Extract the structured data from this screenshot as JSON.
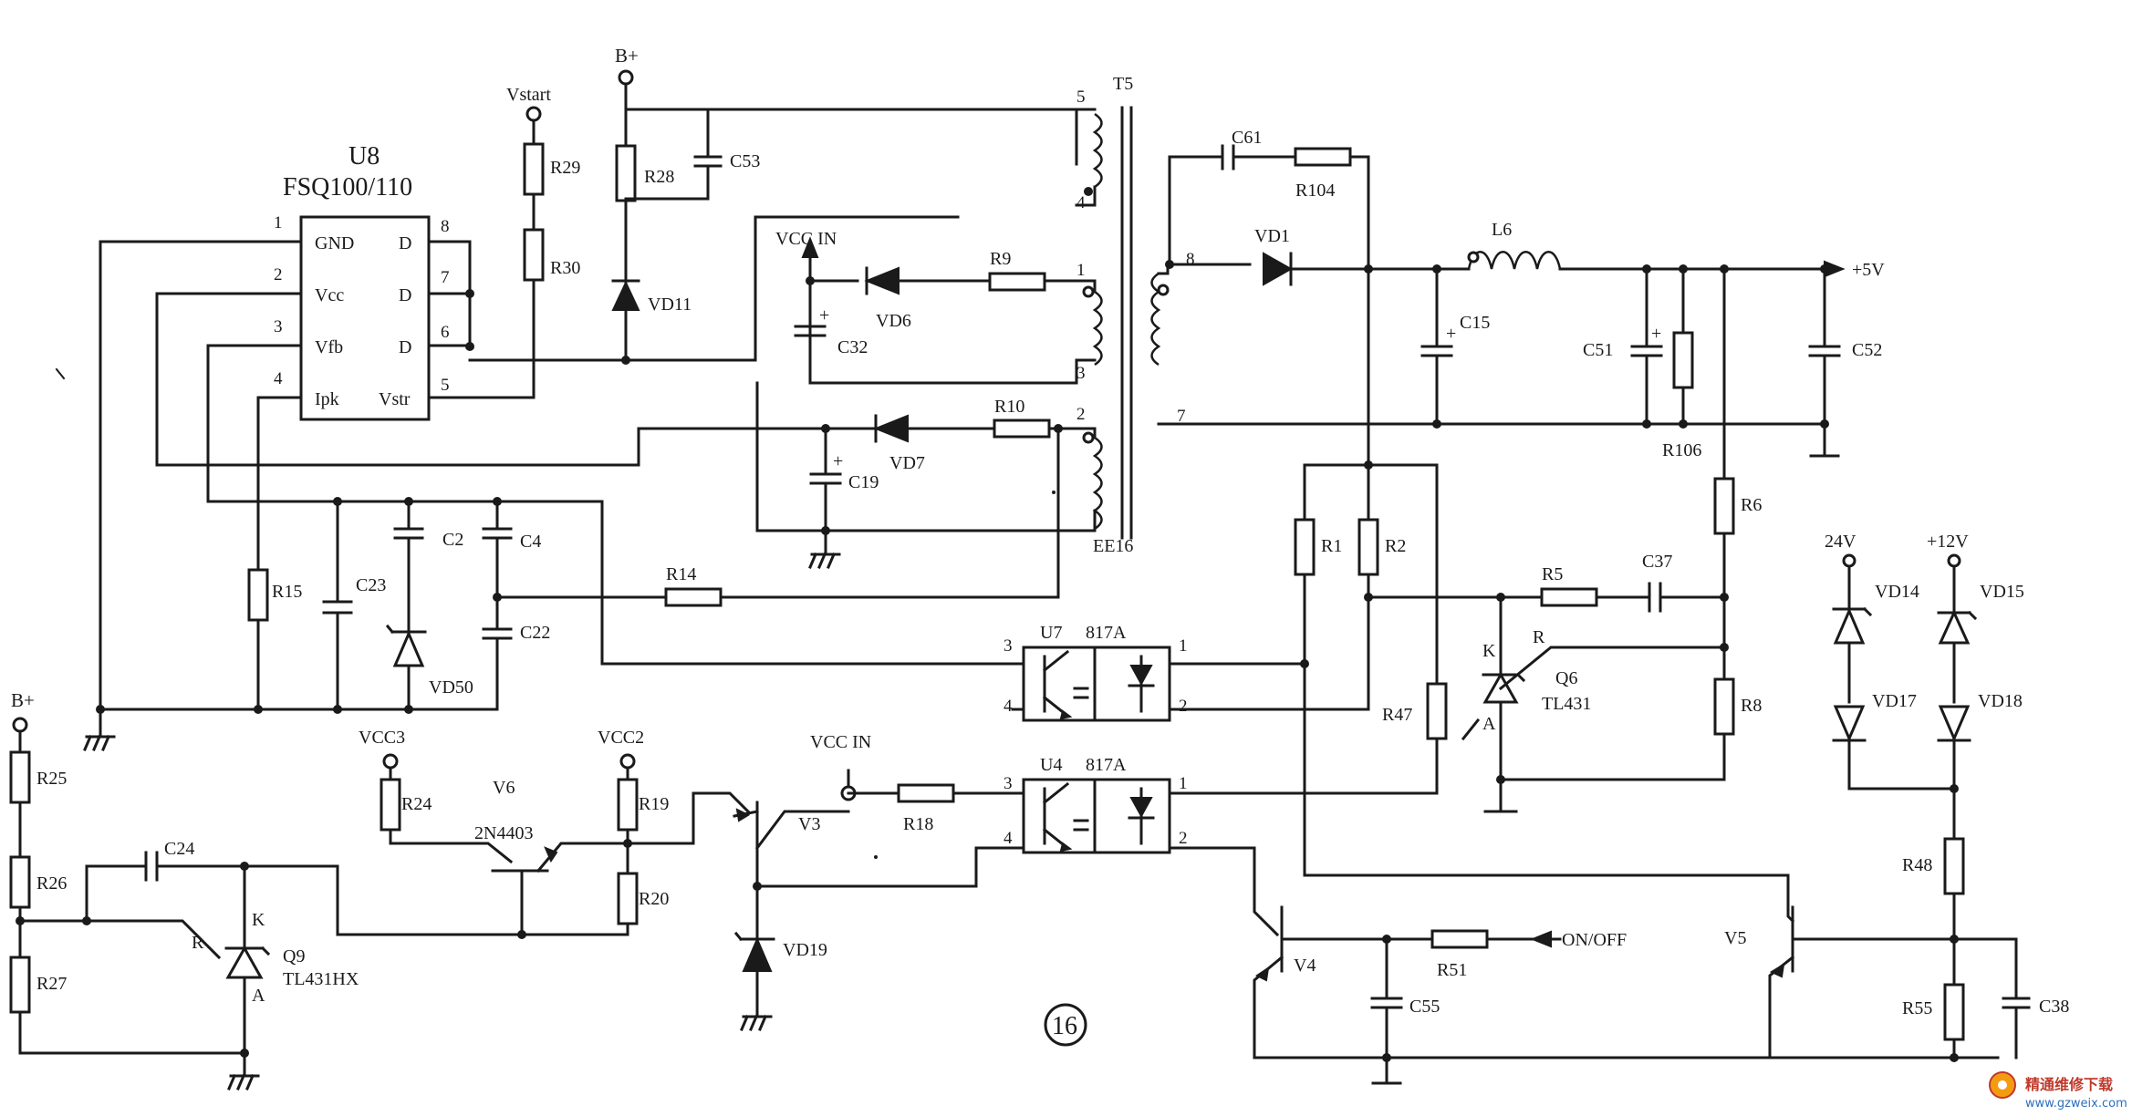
{
  "ic": {
    "ref": "U8",
    "part": "FSQ100/110",
    "pins_left": [
      "GND",
      "Vcc",
      "Vfb",
      "Ipk"
    ],
    "pins_right": [
      "D",
      "D",
      "D",
      "Vstr"
    ],
    "nums_left": [
      "1",
      "2",
      "3",
      "4"
    ],
    "nums_right": [
      "8",
      "7",
      "6",
      "5"
    ]
  },
  "rails": {
    "bplus": "B+",
    "vstart": "Vstart",
    "vcc_in": "VCC IN",
    "vcc3": "VCC3",
    "vcc2": "VCC2"
  },
  "transformer": {
    "ref": "T5",
    "core": "EE16",
    "pins": {
      "p5": "5",
      "p4": "4",
      "p1": "1",
      "p3": "3",
      "p2": "2",
      "p8": "8",
      "p7": "7"
    }
  },
  "resistors": {
    "R29": "R29",
    "R30": "R30",
    "R28": "R28",
    "R9": "R9",
    "R10": "R10",
    "R104": "R104",
    "R14": "R14",
    "R15": "R15",
    "R1": "R1",
    "R2": "R2",
    "R5": "R5",
    "R6": "R6",
    "R8": "R8",
    "R47": "R47",
    "R106": "R106",
    "R25": "R25",
    "R26": "R26",
    "R27": "R27",
    "R24": "R24",
    "R19": "R19",
    "R20": "R20",
    "R18": "R18",
    "R51": "R51",
    "R48": "R48",
    "R55": "R55"
  },
  "capacitors": {
    "C53": "C53",
    "C61": "C61",
    "C32": "C32",
    "C19": "C19",
    "C15": "C15",
    "C51": "C51",
    "C52": "C52",
    "C23": "C23",
    "C2": "C2",
    "C4": "C4",
    "C22": "C22",
    "C37": "C37",
    "C24": "C24",
    "C55": "C55",
    "C38": "C38"
  },
  "diodes": {
    "VD11": "VD11",
    "VD6": "VD6",
    "VD7": "VD7",
    "VD1": "VD1",
    "VD50": "VD50",
    "VD14": "VD14",
    "VD15": "VD15",
    "VD17": "VD17",
    "VD18": "VD18",
    "VD19": "VD19"
  },
  "inductor": "L6",
  "output": "+5V",
  "optos": {
    "u7": "U7",
    "u4": "U4",
    "type": "817A"
  },
  "opto_pins": {
    "p1": "1",
    "p2": "2",
    "p3": "3",
    "p4": "4"
  },
  "q6": {
    "ref": "Q6",
    "part": "TL431",
    "k": "K",
    "r": "R",
    "a": "A"
  },
  "q9": {
    "ref": "Q9",
    "part": "TL431HX",
    "k": "K",
    "r": "R",
    "a": "A"
  },
  "transistors": {
    "V6": "V6",
    "V6part": "2N4403",
    "V3": "V3",
    "V4": "V4",
    "V5": "V5"
  },
  "zener_labels": {
    "v24": "24V",
    "v12": "+12V"
  },
  "onoff": "ON/OFF",
  "fig": "16",
  "watermark": {
    "cn": "精通维修下载",
    "url": "www.gzweix.com"
  },
  "colors": {
    "ink": "#1a1a1a",
    "paper": "#ffffff"
  }
}
